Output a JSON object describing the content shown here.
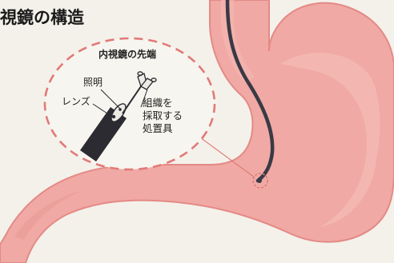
{
  "title": "視鏡の構造",
  "inset": {
    "title": "内視鏡の先端",
    "light_label": "照明",
    "lens_label": "レンズ",
    "forceps_label_lines": [
      "組織を",
      "採取する",
      "処置具"
    ]
  },
  "colors": {
    "stomach_fill": "#f0a9a4",
    "stomach_outline": "#e48a86",
    "inset_border": "#e07a78",
    "scope_line": "#3a3a46",
    "background": "#f4f1ea"
  }
}
